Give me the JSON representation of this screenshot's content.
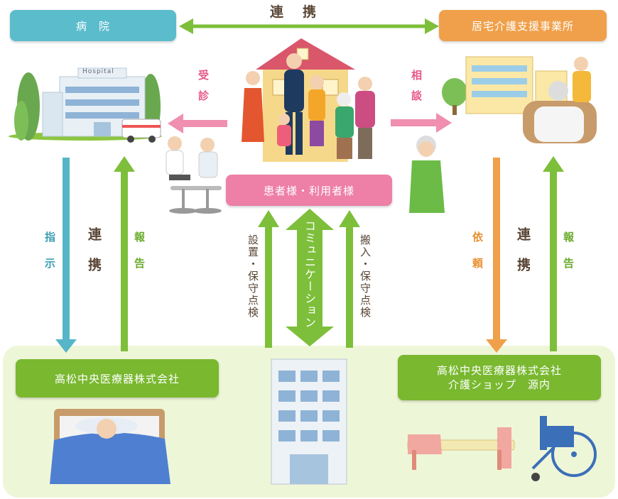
{
  "top": {
    "hospital": "病　院",
    "care_office": "居宅介護支援事業所",
    "renkei": "連　携"
  },
  "center": {
    "patient": "患者様・利用者様",
    "jushin": "受診",
    "soudan": "相談",
    "communication": "コミュニケーション",
    "setchi": "設置・保守点検",
    "hannyu": "搬入・保守点検"
  },
  "left": {
    "shiji": "指示",
    "renkei": "連携",
    "houkoku": "報告"
  },
  "right": {
    "irai": "依頼",
    "renkei": "連携",
    "houkoku": "報告"
  },
  "bottom": {
    "company_left": "高松中央医療器株式会社",
    "company_right_line1": "高松中央医療器株式会社",
    "company_right_line2": "介護ショップ　源内"
  },
  "hospital_sign": "Hospital",
  "colors": {
    "hospital_box": "#5bbccc",
    "care_box": "#f0a04a",
    "patient_box": "#ee7fa6",
    "company_box": "#79b82f",
    "arrow_green": "#7dbf3a",
    "arrow_pink": "#f08fb0",
    "arrow_teal": "#56b6c8",
    "arrow_orange": "#f0a04a"
  }
}
